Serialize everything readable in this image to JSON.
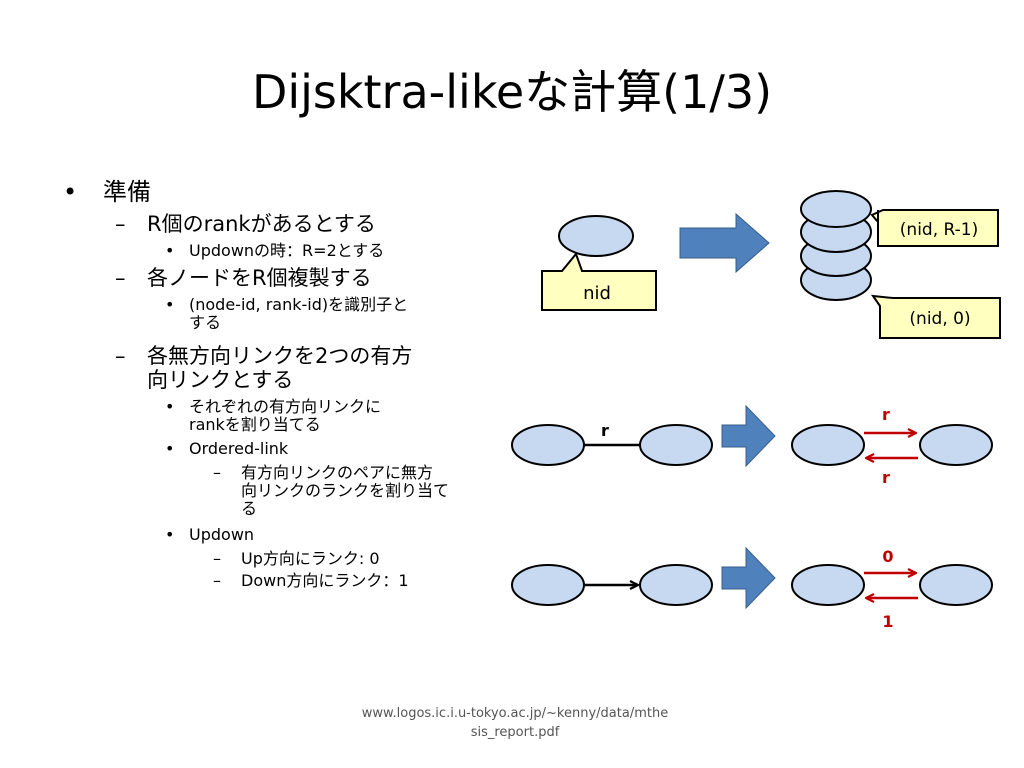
{
  "title": "Dijsktra-likeな計算(1/3)",
  "bullets": {
    "b1": "準備",
    "b1_1": "R個のrankがあるとする",
    "b1_1_1": "Updownの時：R=2とする",
    "b1_2": "各ノードをR個複製する",
    "b1_2_1a": "(node-id, rank-id)を識別子と",
    "b1_2_1b": "する",
    "b1_3a": "各無方向リンクを2つの有方",
    "b1_3b": "向リンクとする",
    "b1_3_1a": "それぞれの有方向リンクに",
    "b1_3_1b": "rankを割り当てる",
    "b1_3_2": "Ordered-link",
    "b1_3_2_1a": "有方向リンクのペアに無方",
    "b1_3_2_1b": "向リンクのランクを割り当て",
    "b1_3_2_1c": "る",
    "b1_3_3": "Updown",
    "b1_3_3_1": "Up方向にランク: 0",
    "b1_3_3_2": "Down方向にランク：1"
  },
  "markers": {
    "bullet": "•",
    "dash": "–"
  },
  "diagram": {
    "label_nid": "nid",
    "label_top": "(nid, R-1)",
    "label_bottom": "(nid, 0)",
    "link_r": "r",
    "ord_top": "r",
    "ord_bottom": "r",
    "ud_top": "0",
    "ud_bottom": "1"
  },
  "colors": {
    "node_fill": "#c6d9f1",
    "arrow_fill": "#4f81bd",
    "callout_fill": "#ffffc0",
    "red": "#c00000"
  },
  "footer": "www.logos.ic.i.u-tokyo.ac.jp/~kenny/data/mthesis_report.pdf"
}
